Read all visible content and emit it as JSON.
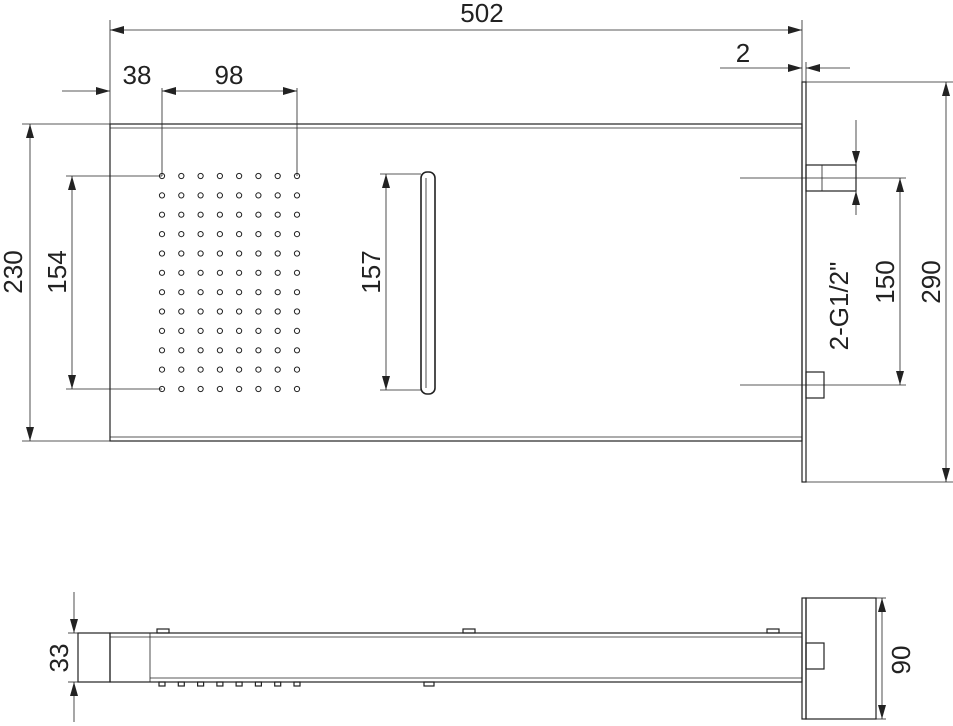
{
  "dimensions": {
    "overall_length": "502",
    "plate_thickness": "2",
    "offset_left": "38",
    "nozzle_grid_width": "98",
    "body_height": "230",
    "nozzle_grid_height": "154",
    "waterfall_slot_length": "157",
    "inlet_thread": "2-G1/2\"",
    "inlet_spacing": "150",
    "wall_plate_height": "290",
    "side_thickness": "33",
    "side_plate_height": "90"
  }
}
